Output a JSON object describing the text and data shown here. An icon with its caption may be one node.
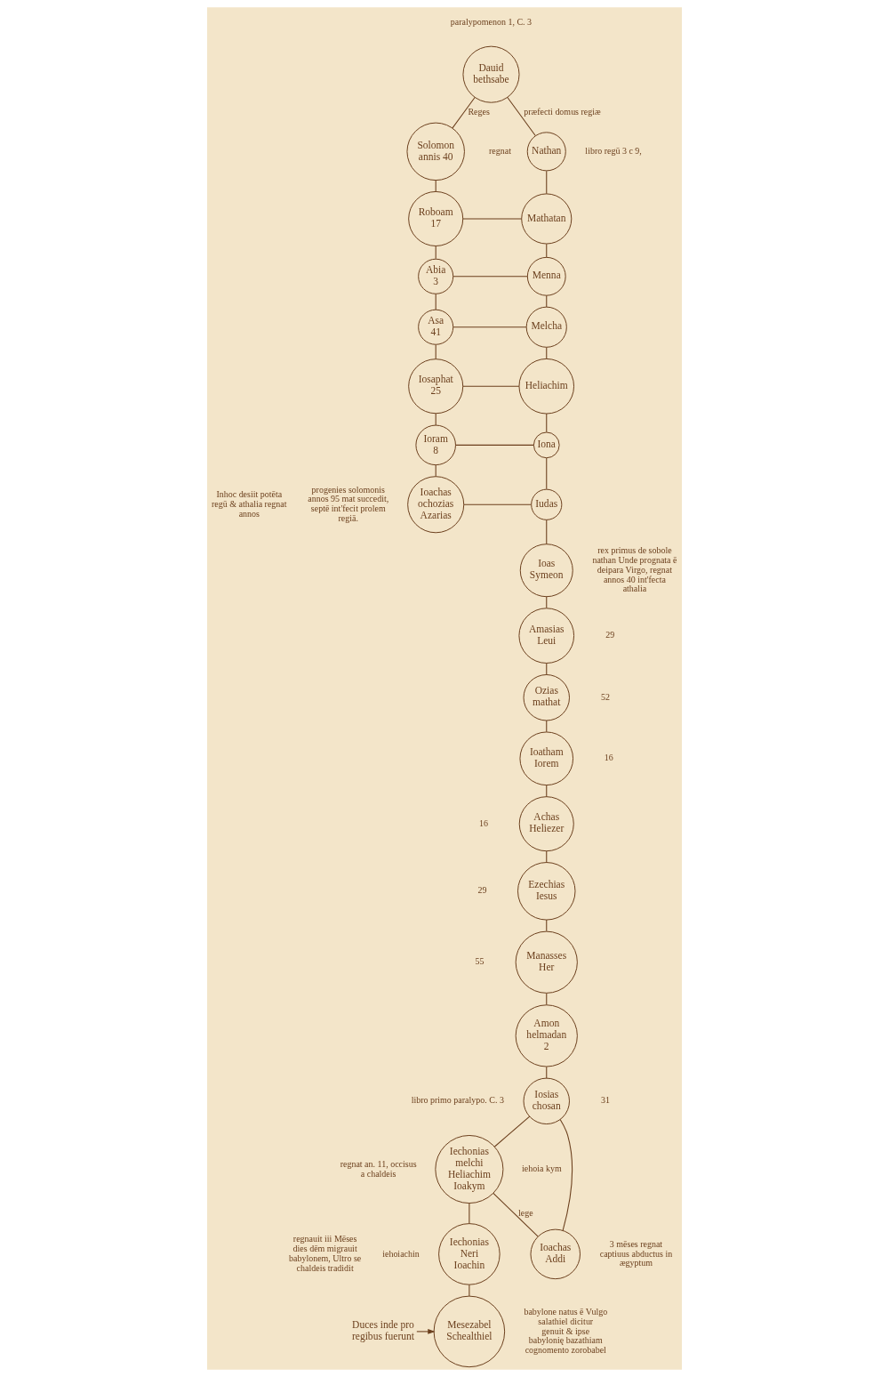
{
  "diagram": {
    "nodes": [
      {
        "text": [
          "Dauid",
          "bethsabe"
        ]
      },
      {
        "text": [
          "Solomon",
          "annis 40"
        ],
        "beside": [
          "regnat"
        ]
      },
      {
        "text": [
          "Nathan"
        ]
      },
      {
        "text": [
          "Roboam",
          "17"
        ]
      },
      {
        "text": [
          "Mathatan"
        ]
      },
      {
        "text": [
          "Menna"
        ]
      },
      {
        "text": [
          "Abia",
          "3"
        ]
      },
      {
        "text": [
          "Melcha"
        ]
      },
      {
        "text": [
          "Asa",
          "41"
        ]
      },
      {
        "text": [
          "Heliachim"
        ]
      },
      {
        "text": [
          "Iosaphat",
          "25"
        ]
      },
      {
        "text": [
          "Iona"
        ]
      },
      {
        "text": [
          "Ioram",
          "8"
        ]
      },
      {
        "text": [
          "Iudas"
        ]
      },
      {
        "text": [
          "Ioas",
          "Symeon"
        ],
        "beside": [
          "rex primus de sobole nathan Unde prognata ē deipara Virgo, regnat annos 40 int'fecta athalia"
        ]
      },
      {
        "text": [
          "Ioachas",
          "ochozias",
          "Azarias"
        ],
        "beside": [
          "Inhoc desiit potēta regū & athalia regnat annos",
          "progenies solomonis annos 95 mat succedit, septē int'fecit prolem regiā."
        ]
      },
      {
        "text": [
          "Amasias",
          "Leui"
        ],
        "beside": [
          "29"
        ]
      },
      {
        "text": [
          "Ozias",
          "mathat"
        ],
        "beside": [
          "52"
        ]
      },
      {
        "text": [
          "Ioatham",
          "Iorem"
        ],
        "beside": [
          "16"
        ]
      },
      {
        "text": [
          "Achas",
          "Heliezer"
        ],
        "beside": [
          "16"
        ]
      },
      {
        "text": [
          "Ezechias",
          "Iesus"
        ],
        "beside": [
          "29"
        ]
      },
      {
        "text": [
          "Manasses",
          "Her"
        ],
        "beside": [
          "55"
        ]
      },
      {
        "text": [
          "Amon",
          "helmadan",
          "2"
        ]
      },
      {
        "text": [
          "Iosias",
          "chosan"
        ],
        "beside": [
          "31"
        ]
      },
      {
        "text": [
          "Iechonias",
          "melchi",
          "Heliachim",
          "Ioakym"
        ],
        "beside": [
          "regnat an. 11, occisus a chaldeis",
          "iehoia kym"
        ]
      },
      {
        "text": [
          "Ioachas",
          "Addi"
        ],
        "beside": [
          "3 mēses regnat captiuus abductus in ægyptum"
        ]
      },
      {
        "text": [
          "Iechonias",
          "Neri",
          "Ioachin"
        ],
        "beside": [
          "regnauit iii Mēses dies dēm migrauit babylonem, Ultro se chaldeis tradidit",
          "iehoiachin"
        ]
      },
      {
        "text": [
          "Duces inde pro regibus fuerunt"
        ]
      },
      {
        "text": [
          "Mesezabel",
          "Schealthiel"
        ],
        "beside": [
          "babylone natus ē Vulgo salathiel dicitur genuit & ipse babylonię bazathiam cognomento zorobabel"
        ]
      }
    ],
    "edges": [
      {
        "from": 0,
        "to": 1,
        "arrow": "none",
        "label": "Reges"
      },
      {
        "from": 0,
        "to": 2,
        "arrow": "none",
        "label": "præfecti domus regiæ"
      },
      {
        "from": 1,
        "to": 3,
        "arrow": "none"
      },
      {
        "from": 2,
        "to": 4,
        "arrow": "none"
      },
      {
        "from": 3,
        "to": 4,
        "arrow": "none"
      },
      {
        "from": 3,
        "to": 6,
        "arrow": "none"
      },
      {
        "from": 4,
        "to": 5,
        "arrow": "none"
      },
      {
        "from": 6,
        "to": 5,
        "arrow": "none"
      },
      {
        "from": 6,
        "to": 8,
        "arrow": "none"
      },
      {
        "from": 5,
        "to": 7,
        "arrow": "none"
      },
      {
        "from": 8,
        "to": 7,
        "arrow": "none"
      },
      {
        "from": 8,
        "to": 10,
        "arrow": "none"
      },
      {
        "from": 7,
        "to": 9,
        "arrow": "none"
      },
      {
        "from": 10,
        "to": 9,
        "arrow": "none"
      },
      {
        "from": 10,
        "to": 12,
        "arrow": "none"
      },
      {
        "from": 9,
        "to": 11,
        "arrow": "none"
      },
      {
        "from": 12,
        "to": 11,
        "arrow": "none"
      },
      {
        "from": 12,
        "to": 15,
        "arrow": "none"
      },
      {
        "from": 11,
        "to": 13,
        "arrow": "none"
      },
      {
        "from": 15,
        "to": 13,
        "arrow": "none"
      },
      {
        "from": 13,
        "to": 14,
        "arrow": "none"
      },
      {
        "from": 14,
        "to": 16,
        "arrow": "none"
      },
      {
        "from": 16,
        "to": 17,
        "arrow": "none"
      },
      {
        "from": 17,
        "to": 18,
        "arrow": "none"
      },
      {
        "from": 18,
        "to": 19,
        "arrow": "none"
      },
      {
        "from": 19,
        "to": 20,
        "arrow": "none"
      },
      {
        "from": 20,
        "to": 21,
        "arrow": "none"
      },
      {
        "from": 21,
        "to": 22,
        "arrow": "none"
      },
      {
        "from": 22,
        "to": 23,
        "arrow": "none"
      },
      {
        "from": 23,
        "to": 24,
        "arrow": "none"
      },
      {
        "from": 23,
        "to": 25,
        "arrow": "none"
      },
      {
        "from": 24,
        "to": 25,
        "arrow": "none",
        "label": "lege"
      },
      {
        "from": 24,
        "to": 26,
        "arrow": "none"
      },
      {
        "from": 26,
        "to": 28,
        "arrow": "none"
      },
      {
        "from": 27,
        "to": 28,
        "arrow": "to"
      }
    ],
    "labels": [
      "paralypomenon 1, C. 3",
      "libro regū 3 c 9,",
      "libro primo paralypo. C. 3"
    ]
  }
}
